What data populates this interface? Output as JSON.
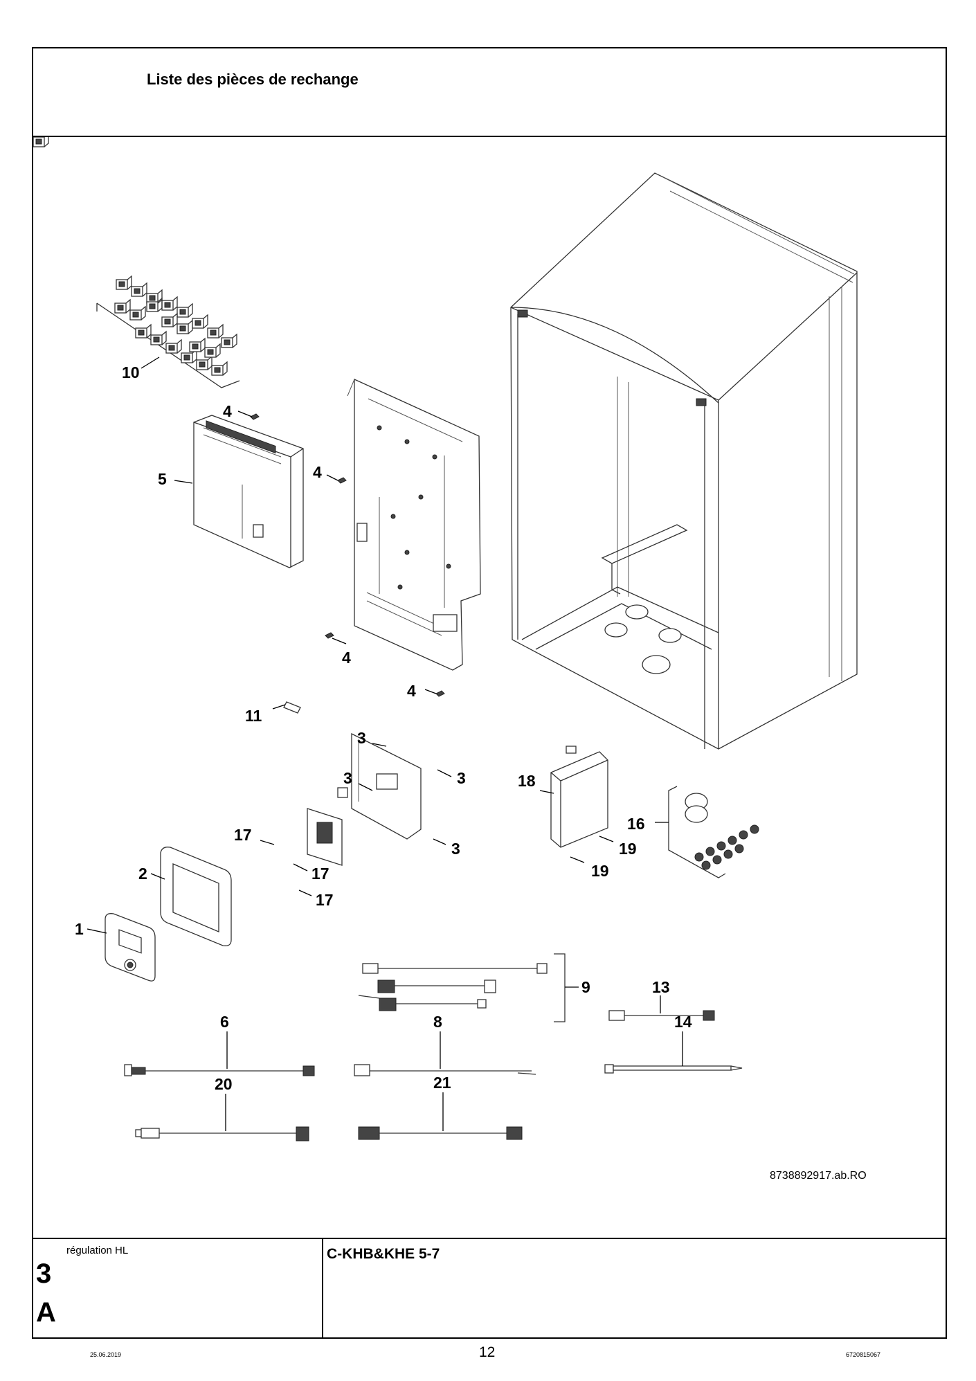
{
  "header": {
    "title": "Liste des pièces de rechange"
  },
  "drawing": {
    "reference": "8738892917.ab.RO",
    "callouts": {
      "c10": "10",
      "c4a": "4",
      "c5": "5",
      "c4b": "4",
      "c4c": "4",
      "c4d": "4",
      "c11": "11",
      "c3a": "3",
      "c3b": "3",
      "c3c": "3",
      "c3d": "3",
      "c18": "18",
      "c16": "16",
      "c19a": "19",
      "c19b": "19",
      "c17a": "17",
      "c17b": "17",
      "c17c": "17",
      "c2": "2",
      "c1": "1",
      "c9": "9",
      "c13": "13",
      "c6": "6",
      "c8": "8",
      "c14": "14",
      "c20": "20",
      "c21": "21"
    }
  },
  "titleblock": {
    "section_label": "régulation HL",
    "section_number": "3",
    "section_letter": "A",
    "model": "C-KHB&KHE 5-7"
  },
  "footer": {
    "date": "25.06.2019",
    "page": "12",
    "doc_number": "6720815067"
  }
}
